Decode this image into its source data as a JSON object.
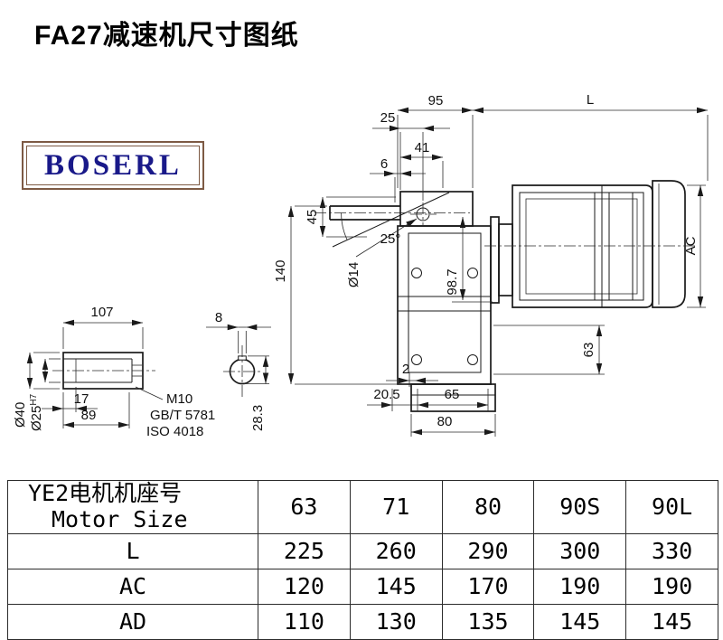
{
  "title": "FA27减速机尺寸图纸",
  "logo": {
    "text": "BOSERL",
    "text_color": "#191989",
    "border_color": "#7d5a44"
  },
  "main_view": {
    "dim_95": "95",
    "dim_L": "L",
    "dim_25": "25",
    "dim_41": "41",
    "dim_6": "6",
    "dim_45": "45",
    "dim_angle": "25°",
    "dim_140": "140",
    "dim_dia14": "Ø14",
    "dim_98_7": "98.7",
    "dim_AC": "AC",
    "dim_63": "63",
    "dim_2": "2",
    "dim_20_5": "20.5",
    "dim_65": "65",
    "dim_80": "80"
  },
  "shaft_view": {
    "dim_107": "107",
    "dim_8": "8",
    "dim_17": "17",
    "dim_89": "89",
    "note_m10": "M10",
    "note_gbt": "GB/T 5781",
    "note_iso": "ISO 4018",
    "dim_dia40": "Ø40",
    "dim_dia25": "Ø25",
    "dim_dia25_sup": "H7",
    "dim_28_3": "28.3"
  },
  "table": {
    "header_line1": "YE2电机机座号",
    "header_line2": "Motor Size",
    "motor_sizes": [
      "63",
      "71",
      "80",
      "90S",
      "90L"
    ],
    "rows": [
      {
        "label": "L",
        "values": [
          "225",
          "260",
          "290",
          "300",
          "330"
        ]
      },
      {
        "label": "AC",
        "values": [
          "120",
          "145",
          "170",
          "190",
          "190"
        ]
      },
      {
        "label": "AD",
        "values": [
          "110",
          "130",
          "135",
          "145",
          "145"
        ]
      }
    ]
  }
}
